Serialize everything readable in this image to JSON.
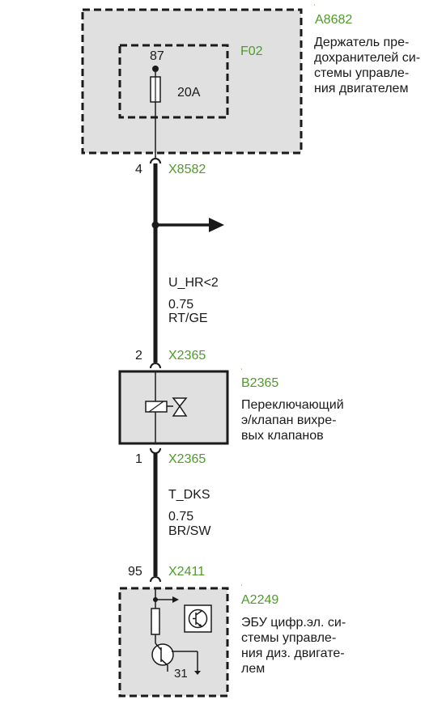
{
  "colors": {
    "component_id": "#4f9a2a",
    "fill": "#e0e0e0",
    "line": "#1a1a1a"
  },
  "a8682": {
    "id": "A8682",
    "desc": [
      "Держатель пре-",
      "дохранителей си-",
      "стемы управле-",
      "ния двигателем"
    ]
  },
  "f02": {
    "id": "F02",
    "pin": "87",
    "rating": "20A"
  },
  "x8582": {
    "pin": "4",
    "id": "X8582"
  },
  "branch": {
    "icon": "arrow-right-icon"
  },
  "wire1": {
    "signal": "U_HR<2",
    "gauge": "0.75",
    "color": "RT/GE"
  },
  "x2365_top": {
    "pin": "2",
    "id": "X2365"
  },
  "b2365": {
    "id": "B2365",
    "desc": [
      "Переключающий",
      "э/клапан вихре-",
      "вых клапанов"
    ],
    "icons": [
      "solenoid-icon",
      "valve-icon"
    ]
  },
  "x2365_bottom": {
    "pin": "1",
    "id": "X2365"
  },
  "wire2": {
    "signal": "T_DKS",
    "gauge": "0.75",
    "color": "BR/SW"
  },
  "x2411": {
    "pin": "95",
    "id": "X2411"
  },
  "a2249": {
    "id": "A2249",
    "desc": [
      "ЭБУ цифр.эл. си-",
      "стемы управле-",
      "ния диз. двигате-",
      "лем"
    ],
    "ground": "31",
    "icons": [
      "transistor-icon",
      "resistor-icon",
      "transistor-symbol-icon"
    ]
  }
}
